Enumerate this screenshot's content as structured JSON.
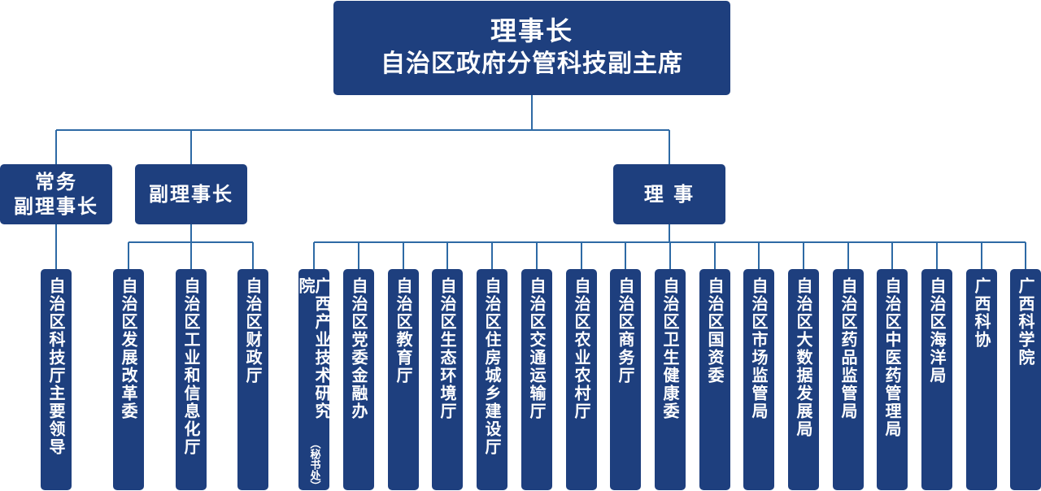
{
  "top": {
    "line1": "理事长",
    "line2": "自治区政府分管科技副主席"
  },
  "mid": {
    "changwu_line1": "常务",
    "changwu_line2": "副理事长",
    "fu": "副理事长",
    "lishi": "理 事"
  },
  "units": [
    {
      "name": "自治区科技厅主要领导",
      "sub": ""
    },
    {
      "name": "自治区发展改革委",
      "sub": ""
    },
    {
      "name": "自治区工业和信息化厅",
      "sub": ""
    },
    {
      "name": "自治区财政厅",
      "sub": ""
    },
    {
      "name": "广西产业技术研究院",
      "sub": "（秘书处）"
    },
    {
      "name": "自治区党委金融办",
      "sub": ""
    },
    {
      "name": "自治区教育厅",
      "sub": ""
    },
    {
      "name": "自治区生态环境厅",
      "sub": ""
    },
    {
      "name": "自治区住房城乡建设厅",
      "sub": ""
    },
    {
      "name": "自治区交通运输厅",
      "sub": ""
    },
    {
      "name": "自治区农业农村厅",
      "sub": ""
    },
    {
      "name": "自治区商务厅",
      "sub": ""
    },
    {
      "name": "自治区卫生健康委",
      "sub": ""
    },
    {
      "name": "自治区国资委",
      "sub": ""
    },
    {
      "name": "自治区市场监管局",
      "sub": ""
    },
    {
      "name": "自治区大数据发展局",
      "sub": ""
    },
    {
      "name": "自治区药品监管局",
      "sub": ""
    },
    {
      "name": "自治区中医药管理局",
      "sub": ""
    },
    {
      "name": "自治区海洋局",
      "sub": ""
    },
    {
      "name": "广西科协",
      "sub": ""
    },
    {
      "name": "广西科学院",
      "sub": ""
    }
  ],
  "colors": {
    "box": "#1e3f7e",
    "line": "#2e6aa5",
    "text": "#ffffff"
  }
}
